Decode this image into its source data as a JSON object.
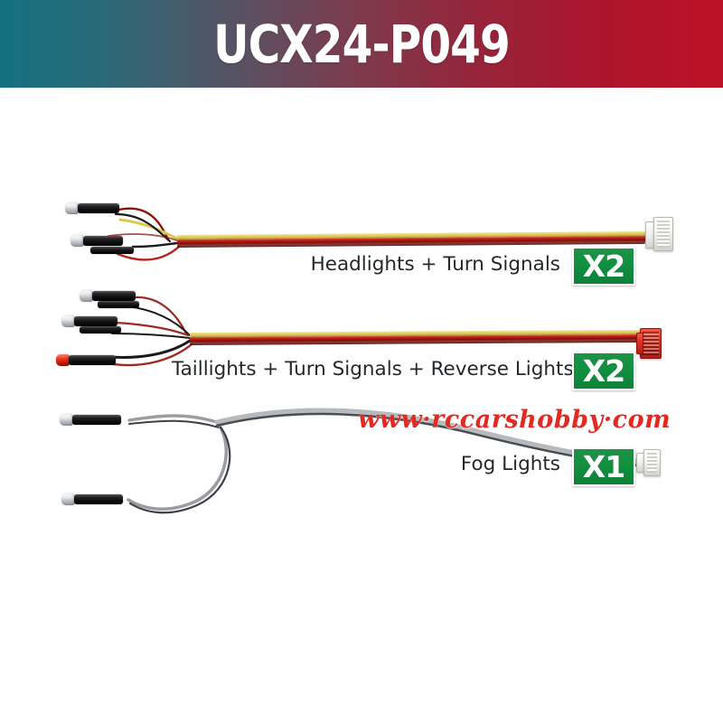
{
  "header": {
    "title": "UCX24-P049",
    "gradient_from": "#14707f",
    "gradient_to": "#bd1227",
    "text_color": "#ffffff"
  },
  "watermark": {
    "text": "www·rccarshobby·com",
    "color": "#e02a22"
  },
  "badge_color": "#139040",
  "rows": [
    {
      "id": "headlights",
      "label": "Headlights + Turn Signals",
      "quantity": "X2",
      "connector": "white-jst",
      "led_count": 2,
      "led_colors": [
        "white",
        "white"
      ],
      "wire_colors": [
        "yellow",
        "red",
        "black"
      ]
    },
    {
      "id": "taillights",
      "label": "Taillights + Turn Signals + Reverse Lights",
      "quantity": "X2",
      "connector": "red-jst",
      "led_count": 3,
      "led_colors": [
        "white",
        "white",
        "red"
      ],
      "wire_colors": [
        "yellow",
        "red",
        "black"
      ]
    },
    {
      "id": "fog-lights",
      "label": "Fog Lights",
      "quantity": "X1",
      "connector": "white-jst",
      "led_count": 2,
      "led_colors": [
        "white",
        "white"
      ],
      "wire_colors": [
        "gray",
        "black"
      ]
    }
  ]
}
